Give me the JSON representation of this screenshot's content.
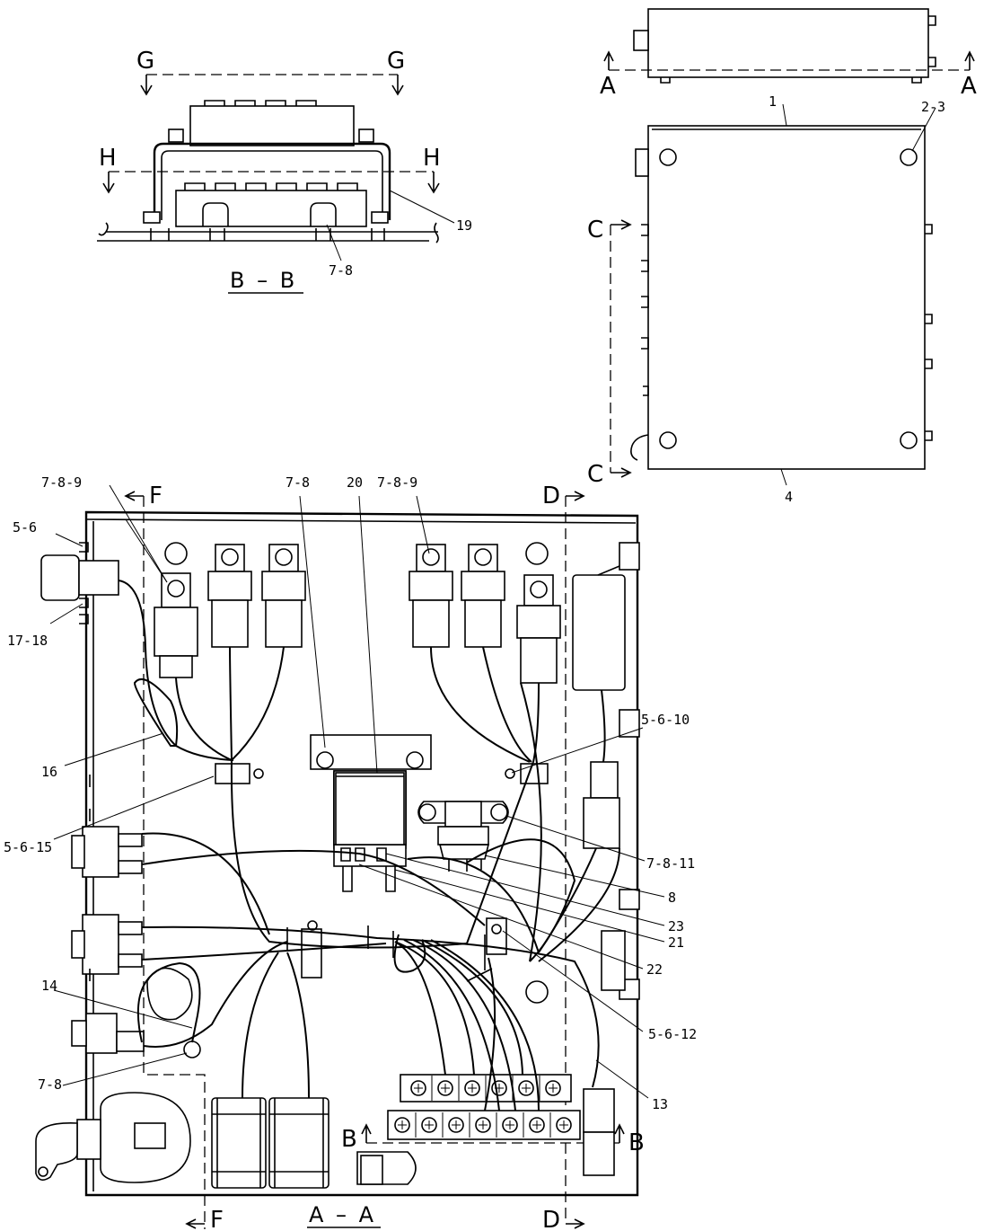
{
  "section_letters": {
    "g_left": "G",
    "g_right": "G",
    "h_left": "H",
    "h_right": "H",
    "a_left": "A",
    "a_right": "A",
    "c_top": "C",
    "c_bottom": "C",
    "f_top": "F",
    "f_bottom": "F",
    "d_top": "D",
    "d_bottom": "D",
    "b_left": "B",
    "b_right": "B"
  },
  "view_titles": {
    "bb": "B – B",
    "aa": "A – A"
  },
  "callouts": {
    "c19": "19",
    "c78_bb": "7-8",
    "c1": "1",
    "c23_top": "2-3",
    "c4": "4",
    "c789_left": "7-8-9",
    "c78_top": "7-8",
    "c20": "20",
    "c789_right": "7-8-9",
    "c56": "5-6",
    "c1718": "17-18",
    "c5610": "5-6-10",
    "c16": "16",
    "c5615": "5-6-15",
    "c7811": "7-8-11",
    "c8": "8",
    "c23": "23",
    "c21": "21",
    "c22": "22",
    "c14": "14",
    "c5612": "5-6-12",
    "c78_bottom": "7-8",
    "c13": "13"
  }
}
